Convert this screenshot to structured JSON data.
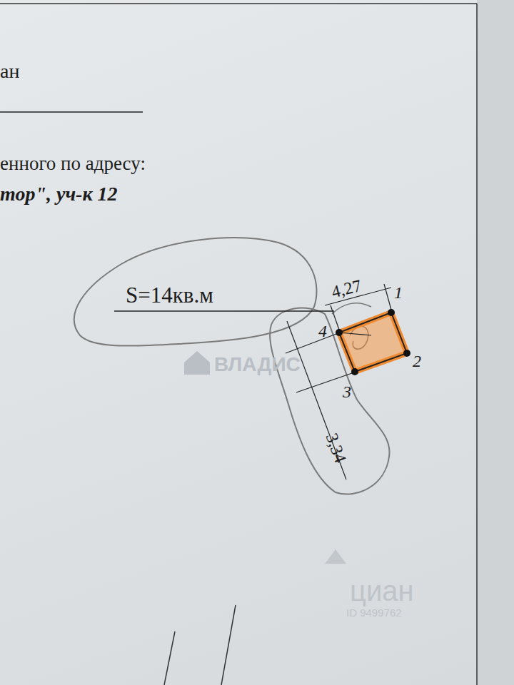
{
  "diagram": {
    "labels": [
      "ан",
      "енного по адресу:",
      "тор\", уч-к 12",
      "S=14кв.м",
      "4,27",
      "1",
      "2",
      "3",
      "4",
      "3,34",
      "ВЛАДИС",
      "циан",
      "ID 9499762"
    ]
  }
}
